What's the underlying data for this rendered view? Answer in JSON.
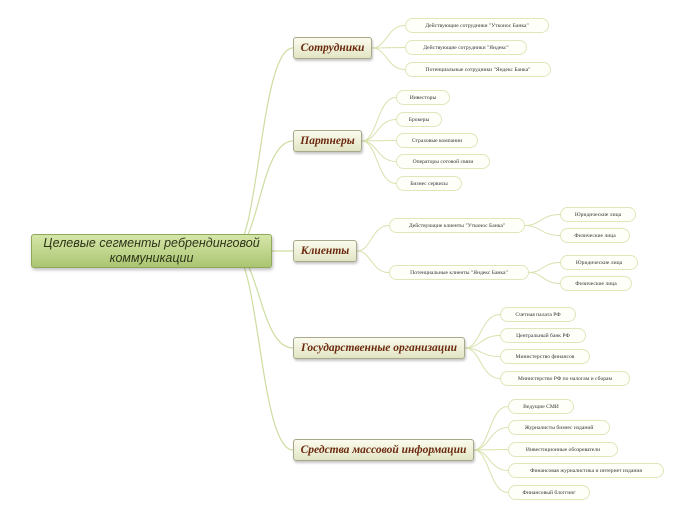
{
  "root": "Целевые сегменты ребрендинговой коммуникации",
  "branches": {
    "employees": {
      "label": "Сотрудники",
      "items": [
        "Действующие сотрудники \"Утконос Банка\"",
        "Действующие сотрудники \"Яндекс\"",
        "Потенциальные сотрудники \"Яндекс Банка\""
      ]
    },
    "partners": {
      "label": "Партнеры",
      "items": [
        "Инвесторы",
        "Брокеры",
        "Страховые компании",
        "Операторы сотовой связи",
        "Бизнес сервисы"
      ]
    },
    "clients": {
      "label": "Клиенты",
      "groups": [
        {
          "label": "Действующие клиенты \"Утконос Банка\"",
          "items": [
            "Юридические лица",
            "Физические лица"
          ]
        },
        {
          "label": "Потенциальные клиенты \"Яндекс Банка\"",
          "items": [
            "Юридические лица",
            "Физические лица"
          ]
        }
      ]
    },
    "government": {
      "label": "Государственные организации",
      "items": [
        "Счетная палата РФ",
        "Центральный банк РФ",
        "Министерство финансов",
        "Министерство РФ по налогам и сборам"
      ]
    },
    "media": {
      "label": "Средства массовой информации",
      "items": [
        "Ведущие СМИ",
        "Журналисты бизнес изданий",
        "Инвестиционные обозреватели",
        "Финансовая журналистика и интернет издания",
        "Финансовый блоггинг"
      ]
    }
  }
}
